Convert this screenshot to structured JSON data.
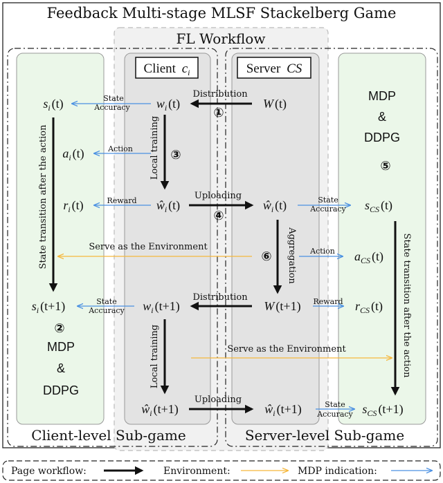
{
  "title": "Feedback Multi-stage MLSF Stackelberg Game",
  "fl_workflow": "FL Workflow",
  "client_label": "Client",
  "client_sym": "c",
  "client_sub": "i",
  "server_label": "Server",
  "server_sym": "CS",
  "client_level": "Client-level Sub-game",
  "server_level": "Server-level Sub-game",
  "nodes": {
    "s_t": {
      "base": "s",
      "sub": "i",
      "arg": "(t)"
    },
    "a_t": {
      "base": "a",
      "sub": "i",
      "arg": "(t)"
    },
    "r_t": {
      "base": "r",
      "sub": "i",
      "arg": "(t)"
    },
    "s_t1": {
      "base": "s",
      "sub": "i",
      "arg": "(t+1)"
    },
    "w_t": {
      "base": "w",
      "sub": "i",
      "arg": "(t)"
    },
    "what_t": {
      "base": "ŵ",
      "sub": "i",
      "arg": "(t)"
    },
    "w_t1": {
      "base": "w",
      "sub": "i",
      "arg": "(t+1)"
    },
    "what_t1": {
      "base": "ŵ",
      "sub": "i",
      "arg": "(t+1)"
    },
    "W_t": {
      "base": "W",
      "sub": "",
      "arg": "(t)"
    },
    "what_srv_t": {
      "base": "ŵ",
      "sub": "i",
      "arg": "(t)"
    },
    "W_t1": {
      "base": "W",
      "sub": "",
      "arg": "(t+1)"
    },
    "what_srv_t1": {
      "base": "ŵ",
      "sub": "i",
      "arg": "(t+1)"
    },
    "scs_t": {
      "base": "s",
      "sub": "CS",
      "arg": "(t)"
    },
    "acs_t": {
      "base": "a",
      "sub": "CS",
      "arg": "(t)"
    },
    "rcs_t": {
      "base": "r",
      "sub": "CS",
      "arg": "(t)"
    },
    "scs_t1": {
      "base": "s",
      "sub": "CS",
      "arg": "(t+1)"
    }
  },
  "labels": {
    "distribution": "Distribution",
    "uploading": "Uploading",
    "local_training": "Local training",
    "aggregation": "Aggregation",
    "state": "State",
    "accuracy": "Accuracy",
    "action": "Action",
    "reward": "Reward",
    "serve_env": "Serve as the Environment",
    "state_transition": "State transition after the action"
  },
  "mdp": {
    "mdp": "MDP",
    "amp": "&",
    "ddpg": "DDPG"
  },
  "circled": {
    "c1": "①",
    "c2": "②",
    "c3": "③",
    "c4": "④",
    "c5": "⑤",
    "c6": "⑥"
  },
  "legend": {
    "page_workflow": "Page workflow:",
    "environment": "Environment:",
    "mdp_indication": "MDP indication:"
  },
  "colors": {
    "green_panel": "#ebf7e9",
    "gray_panel": "#e3e3e3",
    "fl_bg": "#f1f1f1",
    "blue_arrow": "#4a90e2",
    "orange_arrow": "#f5b73b",
    "black": "#111111"
  }
}
